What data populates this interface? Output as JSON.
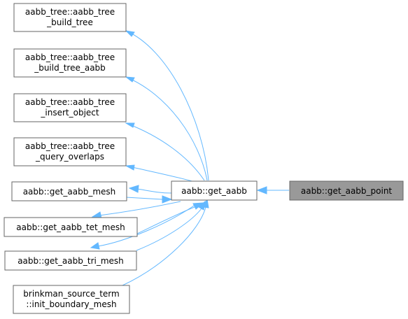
{
  "graph": {
    "focus_node": {
      "lines": [
        "aabb::get_aabb_point"
      ]
    },
    "center_node": {
      "lines": [
        "aabb::get_aabb"
      ]
    },
    "callers": [
      {
        "lines": [
          "aabb_tree::aabb_tree",
          "_build_tree"
        ]
      },
      {
        "lines": [
          "aabb_tree::aabb_tree",
          "_build_tree_aabb"
        ]
      },
      {
        "lines": [
          "aabb_tree::aabb_tree",
          "_insert_object"
        ]
      },
      {
        "lines": [
          "aabb_tree::aabb_tree",
          "_query_overlaps"
        ]
      },
      {
        "lines": [
          "aabb::get_aabb_mesh"
        ]
      },
      {
        "lines": [
          "aabb::get_aabb_tet_mesh"
        ]
      },
      {
        "lines": [
          "aabb::get_aabb_tri_mesh"
        ]
      },
      {
        "lines": [
          "brinkman_source_term",
          "::init_boundary_mesh"
        ]
      }
    ],
    "colors": {
      "edge": "#63b8ff",
      "node_border": "#666666",
      "focus_fill": "#999999"
    }
  }
}
